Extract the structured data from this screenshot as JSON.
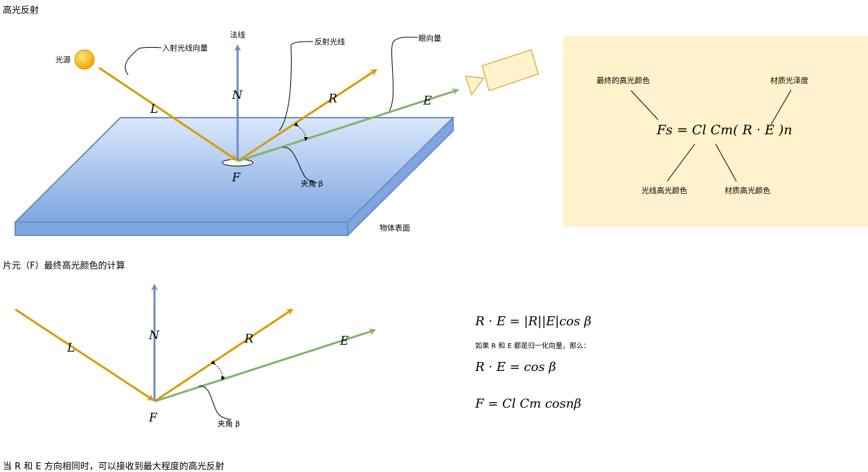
{
  "titles": {
    "top": "高光反射",
    "middle": "片元（F）最终高光颜色的计算",
    "bottom": "当 R 和 E 方向相同时，可以接收到最大程度的高光反射"
  },
  "top_diagram": {
    "light_label": "光源",
    "incident_label": "入射光线向量",
    "normal_label": "法线",
    "reflect_label": "反射光线",
    "eye_label": "眼向量",
    "angle_label": "夹角 β",
    "surface_label": "物体表面",
    "vec_L": "L",
    "vec_N": "N",
    "vec_R": "R",
    "vec_E": "E",
    "point_F": "F"
  },
  "formula_box": {
    "final_color_label": "最终的高光颜色",
    "glossiness_label": "材质光泽度",
    "light_color_label": "光线高光颜色",
    "material_color_label": "材质高光颜色",
    "formula": "Fs = Cl Cm( R · E )n"
  },
  "bottom_diagram": {
    "vec_L": "L",
    "vec_N": "N",
    "vec_R": "R",
    "vec_E": "E",
    "point_F": "F",
    "angle_label": "夹角 β"
  },
  "equations": {
    "eq1": "R · E = |R||E|cos β",
    "note": "如果 R 和 E 都是归一化向量，那么：",
    "eq2": "R · E = cos β",
    "eq3": "F = Cl Cm cosnβ"
  },
  "colors": {
    "orange": "#d79b00",
    "green": "#82b366",
    "blue": "#6c8ebf",
    "surface_top": "#dae8fc",
    "surface_bottom": "#7ea6e0",
    "box_fill": "#fff2cc",
    "sun": "#ffcd28"
  }
}
